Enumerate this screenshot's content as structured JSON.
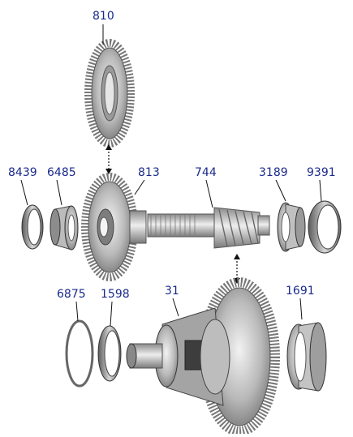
{
  "callouts": {
    "c810": "810",
    "c8439": "8439",
    "c6485": "6485",
    "c813": "813",
    "c744": "744",
    "c3189": "3189",
    "c9391": "9391",
    "c6875": "6875",
    "c1598": "1598",
    "c31": "31",
    "c1691": "1691"
  },
  "colors": {
    "label": "#1a2a8c",
    "metal_light": "#d8d8d8",
    "metal_mid": "#a8a8a8",
    "metal_dark": "#6a6a6a"
  }
}
